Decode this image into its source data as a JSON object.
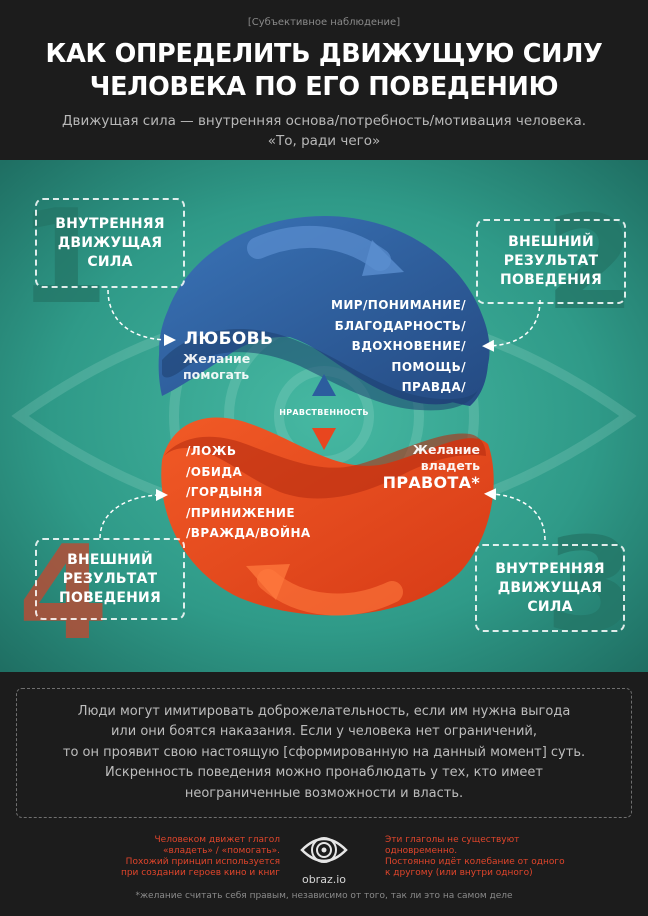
{
  "header": {
    "tag": "[Субъективное наблюдение]",
    "title_line1": "КАК ОПРЕДЕЛИТЬ ДВИЖУЩУЮ СИЛУ",
    "title_line2": "ЧЕЛОВЕКА ПО ЕГО ПОВЕДЕНИЮ",
    "subtitle_line1": "Движущая сила — внутренняя основа/потребность/мотивация человека.",
    "subtitle_line2": "«То, ради чего»"
  },
  "numbers": {
    "one": "1",
    "two": "2",
    "three": "3",
    "four": "4"
  },
  "boxes": {
    "top_left": "ВНУТРЕННЯЯ\nДВИЖУЩАЯ\nСИЛА",
    "top_right": "ВНЕШНИЙ\nРЕЗУЛЬТАТ\nПОВЕДЕНИЯ",
    "bottom_left": "ВНЕШНИЙ\nРЕЗУЛЬТАТ\nПОВЕДЕНИЯ",
    "bottom_right": "ВНУТРЕННЯЯ\nДВИЖУЩАЯ\nСИЛА"
  },
  "blue": {
    "title": "ЛЮБОВЬ",
    "desc": "Желание\nпомогать",
    "values": "МИР/ПОНИМАНИЕ/\nБЛАГОДАРНОСТЬ/\nВДОХНОВЕНИЕ/\nПОМОЩЬ/\nПРАВДА/"
  },
  "red": {
    "title": "ПРАВОТА*",
    "desc": "Желание\nвладеть",
    "values": "/ЛОЖЬ\n/ОБИДА\n/ГОРДЫНЯ\n/ПРИНИЖЕНИЕ\n/ВРАЖДА/ВОЙНА"
  },
  "center": {
    "label": "НРАВСТВЕННОСТЬ"
  },
  "bottom_text": "Люди могут имитировать доброжелательность, если им нужна выгода\nили они боятся наказания. Если у человека нет ограничений,\nто он проявит свою настоящую [сформированную на данный момент] суть.\nИскренность поведения можно пронаблюдать у тех, кто имеет\nнеограниченные возможности и власть.",
  "footer": {
    "left": "Человеком движет глагол\n«владеть» / «помогать».\nПохожий принцип используется\nпри создании героев кино и книг",
    "right": "Эти глаголы не существуют\nодновременно.\nПостоянно идёт колебание от одного\nк другому (или внутри одного)",
    "brand": "obraz.io",
    "footnote": "*желание считать себя правым, независимо от того, так ли это на самом деле"
  },
  "colors": {
    "teal": "#2f9a88",
    "blue": "#2c5d9e",
    "red": "#e8461f",
    "accent_red": "#e0452b"
  }
}
